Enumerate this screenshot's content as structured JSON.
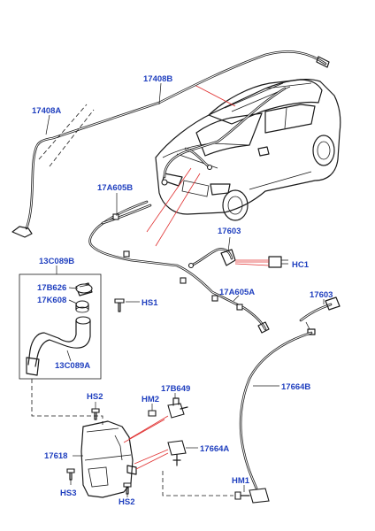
{
  "accent_color": "#1f3fbf",
  "leader_color": "#e03030",
  "labels": {
    "p17408B": "17408B",
    "p17408A": "17408A",
    "p17A605B": "17A605B",
    "p17603_top": "17603",
    "pHC1": "HC1",
    "p13C089B": "13C089B",
    "p17B626": "17B626",
    "p17K608": "17K608",
    "pHS1": "HS1",
    "p17A605A": "17A605A",
    "p17603_right": "17603",
    "p13C089A": "13C089A",
    "p17664B": "17664B",
    "pHS2_top": "HS2",
    "pHM2": "HM2",
    "p17B649": "17B649",
    "p17618": "17618",
    "p17664A": "17664A",
    "pHM1": "HM1",
    "pHS3": "HS3",
    "pHS2_bottom": "HS2"
  },
  "icons": [
    "vehicle-icon",
    "washer-reservoir-icon",
    "filler-neck-icon",
    "washer-pump-icon",
    "washer-jet-icon",
    "connector-icon",
    "screw-icon"
  ]
}
